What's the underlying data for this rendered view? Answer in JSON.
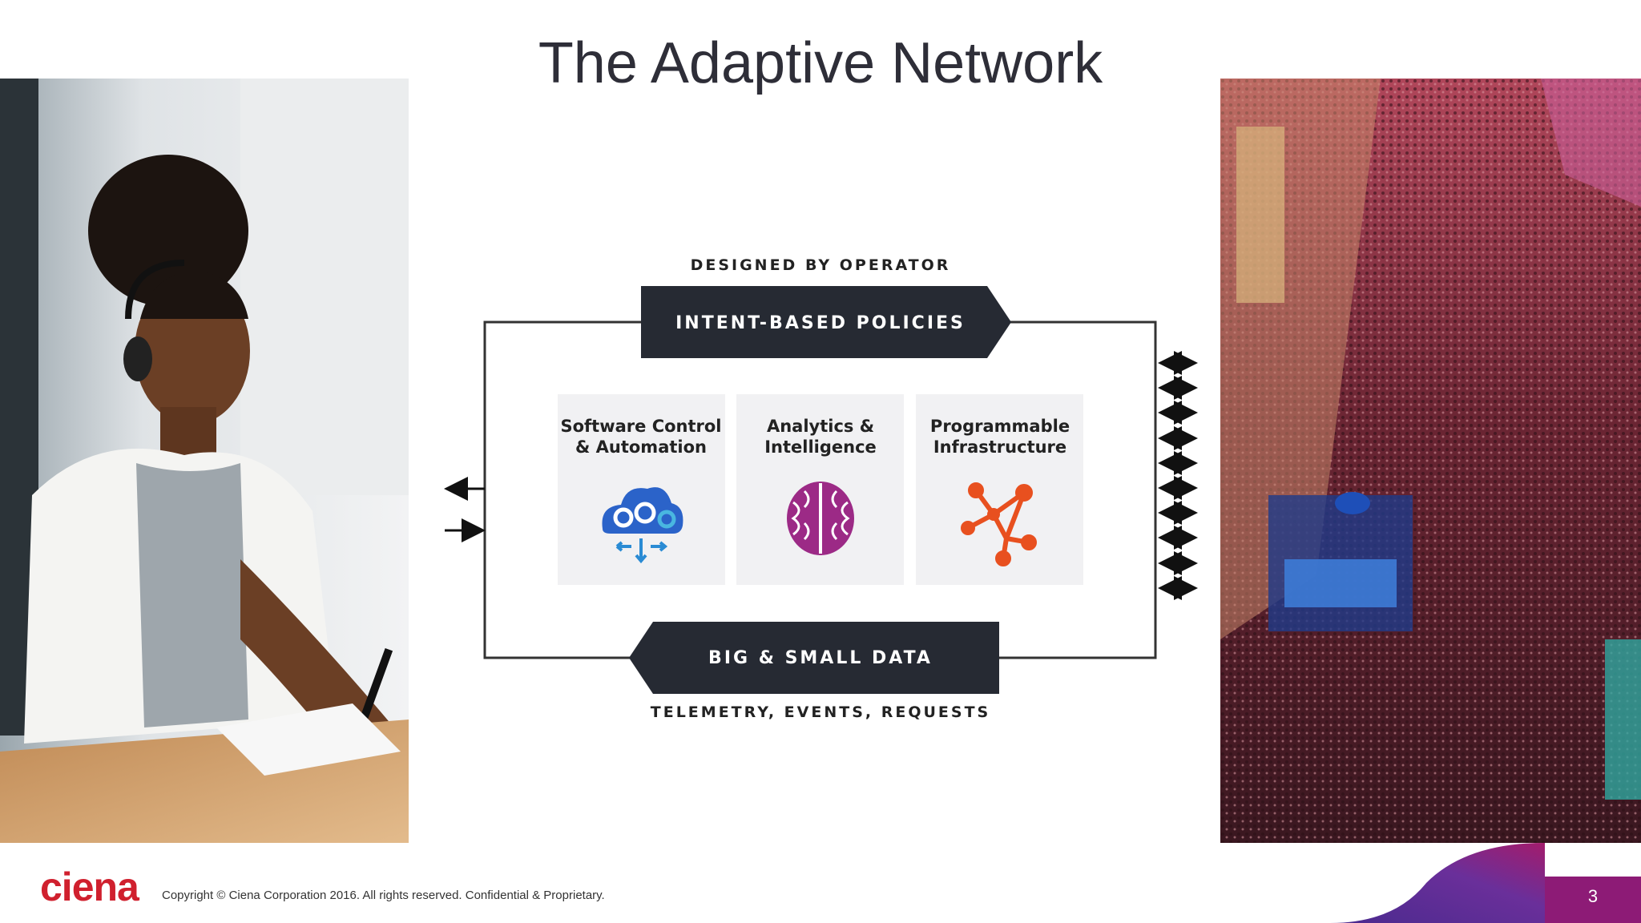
{
  "slide": {
    "title": "The Adaptive Network",
    "page_number": "3"
  },
  "diagram": {
    "top_caption": "DESIGNED BY OPERATOR",
    "top_banner": "INTENT-BASED POLICIES",
    "bottom_banner": "BIG & SMALL DATA",
    "bottom_caption": "TELEMETRY, EVENTS, REQUESTS",
    "panels": [
      {
        "line1": "Software Control",
        "line2": "& Automation",
        "icon": "cloud-gears-icon"
      },
      {
        "line1": "Analytics &",
        "line2": "Intelligence",
        "icon": "brain-icon"
      },
      {
        "line1": "Programmable",
        "line2": "Infrastructure",
        "icon": "network-nodes-icon"
      }
    ]
  },
  "footer": {
    "logo": "ciena",
    "copyright": "Copyright © Ciena Corporation 2016. All rights reserved. Confidential & Proprietary."
  },
  "colors": {
    "title": "#2e2e38",
    "banner": "#262a33",
    "brand_red": "#d0202e",
    "brand_purple": "#8d1b76",
    "panel_bg": "#f1f1f3"
  }
}
